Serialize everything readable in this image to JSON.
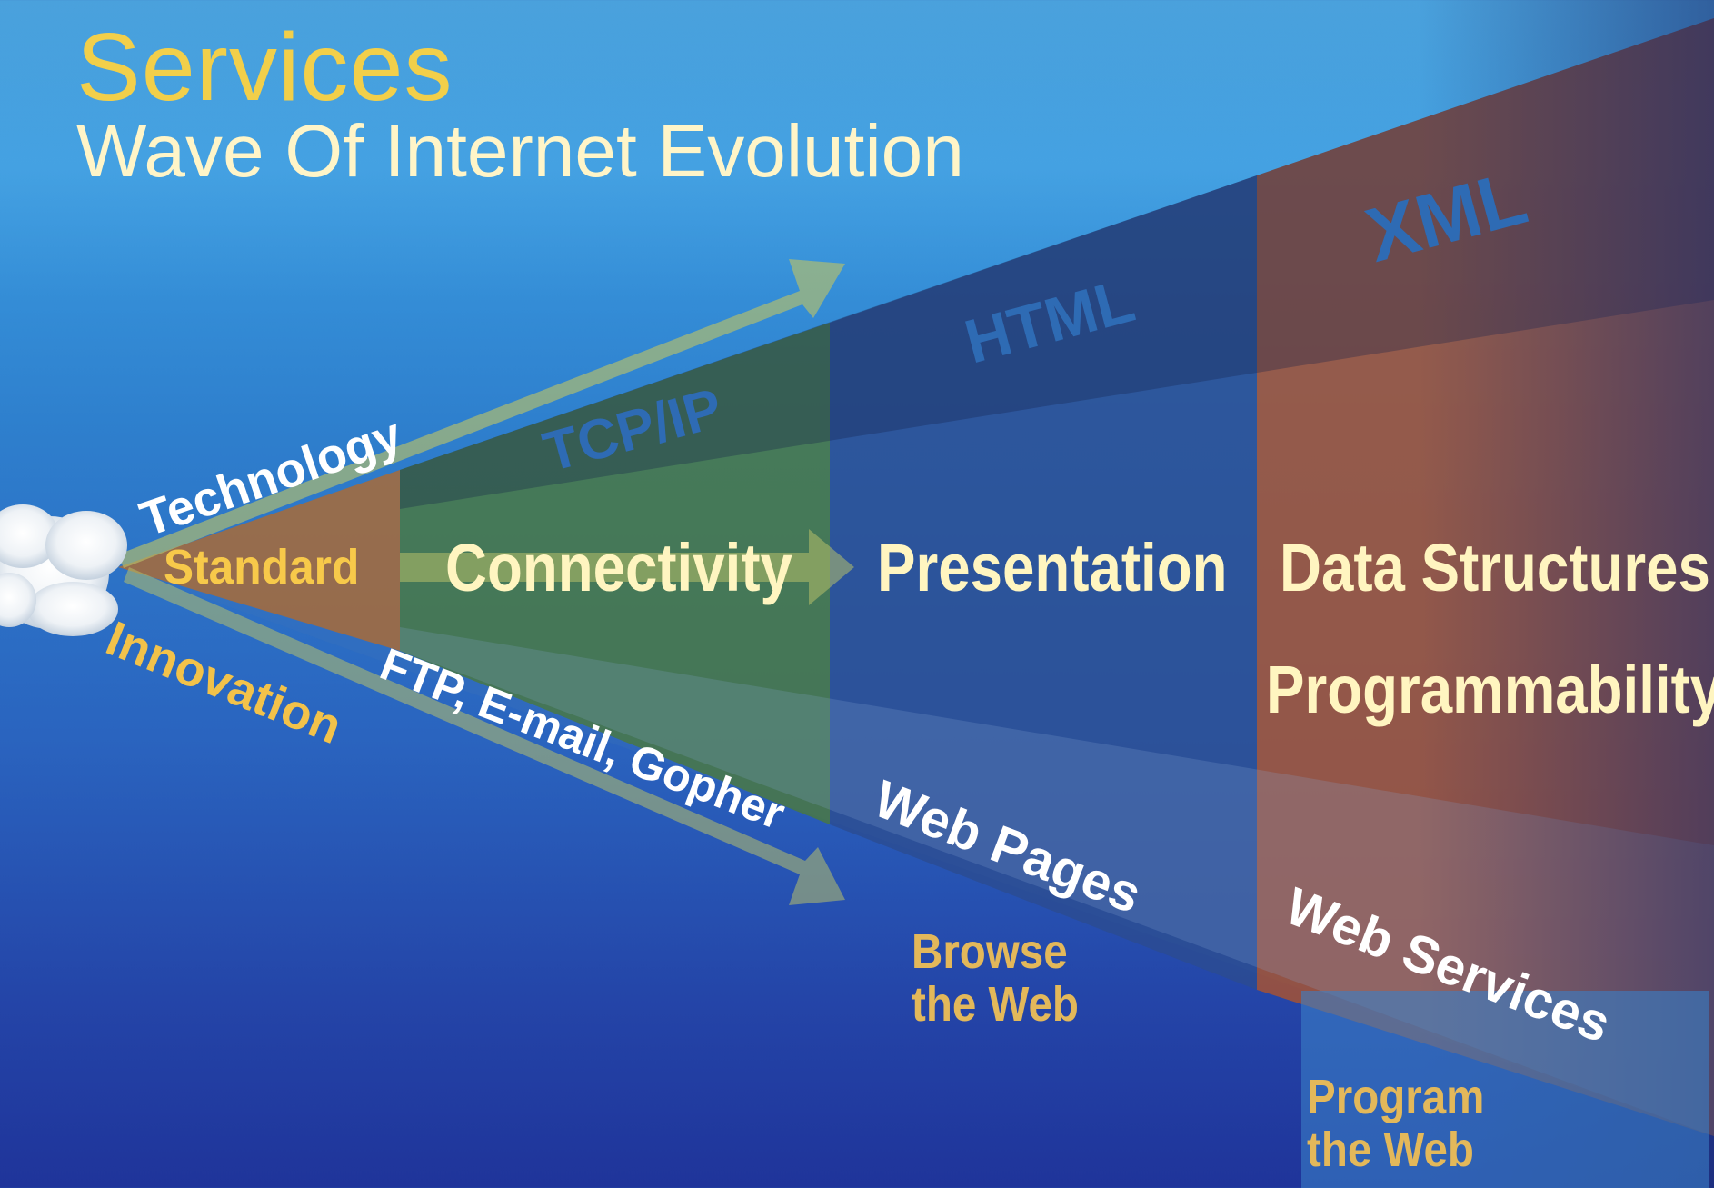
{
  "title": "Services",
  "subtitle": "Wave Of Internet Evolution",
  "axes": {
    "technology": "Technology",
    "innovation": "Innovation"
  },
  "columns": [
    {
      "id": "standard",
      "label": "Standard",
      "color": "#b46a2c"
    },
    {
      "id": "connectivity",
      "label": "Connectivity",
      "tech": "TCP/IP",
      "bottom": "FTP, E-mail, Gopher",
      "color": "#4b7a3a"
    },
    {
      "id": "presentation",
      "label": "Presentation",
      "tech": "HTML",
      "bottom": "Web Pages",
      "outcome": [
        "Browse",
        "the Web"
      ],
      "color": "#2c4b8f"
    },
    {
      "id": "data-structures",
      "label": "Data Structures",
      "label2": "Programmability",
      "tech": "XML",
      "bottom": "Web Services",
      "outcome": [
        "Program",
        "the Web"
      ],
      "color": "#a9532f"
    }
  ],
  "colors": {
    "title": "#f2cf4a",
    "subtitle": "#fff5c8",
    "column_label": "#fff5c0",
    "tech_label": "#2e6bb4",
    "outcome": "#e3b85a",
    "arrow": "#b7c06a"
  }
}
